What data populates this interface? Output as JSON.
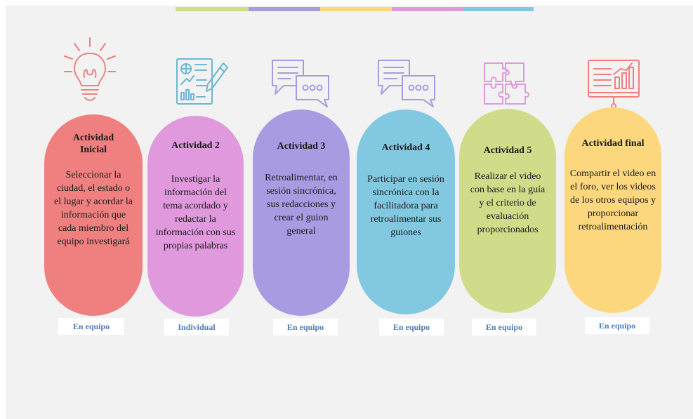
{
  "colors": {
    "coral": "#f08080",
    "orchid": "#df99dc",
    "lavender": "#a99be2",
    "sky": "#83c8e1",
    "lime": "#d1dc8a",
    "butter": "#fcd77e",
    "mode_text": "#4f7db8"
  },
  "top_bar_colors": [
    "#d1dc8a",
    "#a99be2",
    "#fcd77e",
    "#df99dc",
    "#83c8e1"
  ],
  "activities": [
    {
      "icon": "lightbulb-icon",
      "title": "Actividad Inicial",
      "description": "Seleccionar la ciudad, el estado o el lugar y acordar la información que cada miembro del equipo investigará",
      "mode": "En equipo",
      "color": "#f08080"
    },
    {
      "icon": "document-chart-pencil-icon",
      "title": "Actividad 2",
      "description": "Investigar la información del tema acordado y redactar la información con sus propias palabras",
      "mode": "Individual",
      "color": "#df99dc"
    },
    {
      "icon": "chat-bubbles-icon",
      "title": "Actividad 3",
      "description": "Retroalimentar, en sesión sincrónica, sus redacciones y crear el guion general",
      "mode": "En equipo",
      "color": "#a99be2"
    },
    {
      "icon": "chat-bubbles-icon",
      "title": "Actividad 4",
      "description": "Participar en sesión sincrónica con la facilitadora para retroalimentar sus guiones",
      "mode": "En equipo",
      "color": "#83c8e1"
    },
    {
      "icon": "puzzle-icon",
      "title": "Actividad 5",
      "description": "Realizar el video con base en la guía y el criterio de evaluación proporcionados",
      "mode": "En equipo",
      "color": "#d1dc8a"
    },
    {
      "icon": "presentation-chart-icon",
      "title": "Actividad final",
      "description": "Compartir el video en el foro, ver los videos de los otros equipos y proporcionar retroalimentación",
      "mode": "En equipo",
      "color": "#fcd77e"
    }
  ]
}
